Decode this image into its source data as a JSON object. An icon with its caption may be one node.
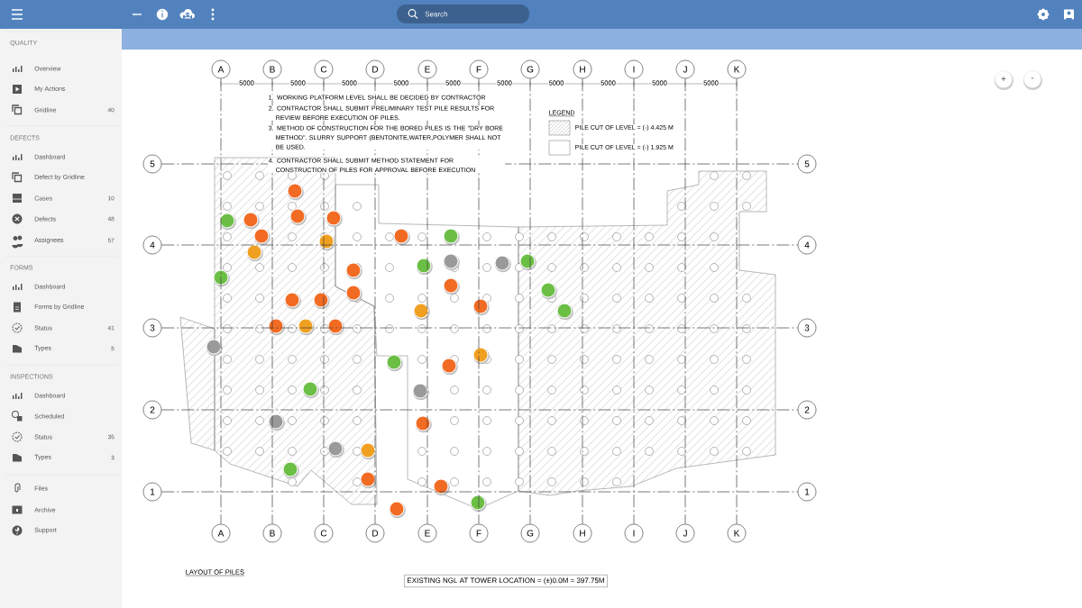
{
  "diagram": {
    "nodes": [
      {
        "text": [
          "A"
        ]
      },
      {
        "text": [
          "B"
        ]
      },
      {
        "text": [
          "C"
        ]
      },
      {
        "text": [
          "D"
        ]
      },
      {
        "text": [
          "E"
        ]
      },
      {
        "text": [
          "F"
        ]
      },
      {
        "text": [
          "G"
        ]
      },
      {
        "text": [
          "H"
        ]
      },
      {
        "text": [
          "I"
        ]
      },
      {
        "text": [
          "J"
        ]
      },
      {
        "text": [
          "K"
        ]
      },
      {
        "text": [
          "5"
        ]
      },
      {
        "text": [
          "5"
        ]
      },
      {
        "text": [
          "4"
        ]
      },
      {
        "text": [
          "4"
        ]
      },
      {
        "text": [
          "3"
        ]
      },
      {
        "text": [
          "3"
        ]
      },
      {
        "text": [
          "2"
        ]
      },
      {
        "text": [
          "2"
        ]
      },
      {
        "text": [
          "1"
        ]
      },
      {
        "text": [
          "1"
        ]
      },
      {
        "text": [
          "A"
        ]
      },
      {
        "text": [
          "B"
        ]
      },
      {
        "text": [
          "C"
        ]
      },
      {
        "text": [
          "D"
        ]
      },
      {
        "text": [
          "E"
        ]
      },
      {
        "text": [
          "F"
        ]
      },
      {
        "text": [
          "G"
        ]
      },
      {
        "text": [
          "H"
        ]
      },
      {
        "text": [
          "I"
        ]
      },
      {
        "text": [
          "J"
        ]
      },
      {
        "text": [
          "K"
        ]
      }
    ],
    "edges": [
      {
        "from": 0,
        "to": 21,
        "arrow": "none",
        "style": "dashed"
      },
      {
        "from": 1,
        "to": 22,
        "arrow": "none",
        "style": "dashed"
      },
      {
        "from": 2,
        "to": 23,
        "arrow": "none",
        "style": "dashed"
      },
      {
        "from": 3,
        "to": 24,
        "arrow": "none",
        "style": "dashed"
      },
      {
        "from": 4,
        "to": 25,
        "arrow": "none",
        "style": "dashed"
      },
      {
        "from": 5,
        "to": 26,
        "arrow": "none",
        "style": "dashed"
      },
      {
        "from": 6,
        "to": 27,
        "arrow": "none",
        "style": "dashed"
      },
      {
        "from": 7,
        "to": 28,
        "arrow": "none",
        "style": "dashed"
      },
      {
        "from": 8,
        "to": 29,
        "arrow": "none",
        "style": "dashed"
      },
      {
        "from": 9,
        "to": 30,
        "arrow": "none",
        "style": "dashed"
      },
      {
        "from": 10,
        "to": 31,
        "arrow": "none",
        "style": "dashed"
      },
      {
        "from": 11,
        "to": 12,
        "arrow": "none",
        "style": "dashed"
      },
      {
        "from": 13,
        "to": 14,
        "arrow": "none",
        "style": "dashed"
      },
      {
        "from": 15,
        "to": 16,
        "arrow": "none",
        "style": "dashed"
      },
      {
        "from": 17,
        "to": 18,
        "arrow": "none",
        "style": "dashed"
      },
      {
        "from": 19,
        "to": 20,
        "arrow": "none",
        "style": "dashed"
      }
    ],
    "labels": [
      "QUALITY",
      "Overview",
      "My Actions",
      "Gridline",
      "40",
      "DEFECTS",
      "Dashboard",
      "Defect by Gridline",
      "Cases",
      "10",
      "Defects",
      "48",
      "Assignees",
      "57",
      "FORMS",
      "Dashboard",
      "Forms by Gridline",
      "Status",
      "41",
      "Types",
      "5",
      "INSPECTIONS",
      "Dashboard",
      "Scheduled",
      "Status",
      "35",
      "Types",
      "3",
      "Files",
      "Archive",
      "Support",
      "Search",
      "5000",
      "5000",
      "5000",
      "5000",
      "5000",
      "5000",
      "5000",
      "5000",
      "5000",
      "5000",
      "1. WORKING PLATFORM LEVEL SHALL BE DECIDED BY CONTRACTOR",
      "2. CONTRACTOR SHALL SUBMIT PRELIMINARY TEST PILE RESULTS FOR REVIEW BEFORE EXECUTION OF PILES.",
      "3. METHOD OF CONSTRUCTION FOR THE BORED PILES IS THE \"DRY BORE METHOD\". SLURRY SUPPORT (BENTONITE,WATER,POLYMER SHALL NOT BE USED.",
      "4. CONTRACTOR SHALL SUBMIT METHOD STATEMENT FOR CONSTRUCTION OF PILES FOR APPROVAL BEFORE EXECUTION",
      "LEGEND",
      "+",
      "-",
      "LAYOUT OF PILES",
      "EXISTING NGL AT TOWER LOCATION = (±)0.0M = 397.75M"
    ],
    "legend": [
      {
        "text": "PILE CUT OF LEVEL = (-) 4.425 M"
      },
      {
        "text": "PILE CUT OF LEVEL = (-) 1.925 M"
      }
    ]
  }
}
